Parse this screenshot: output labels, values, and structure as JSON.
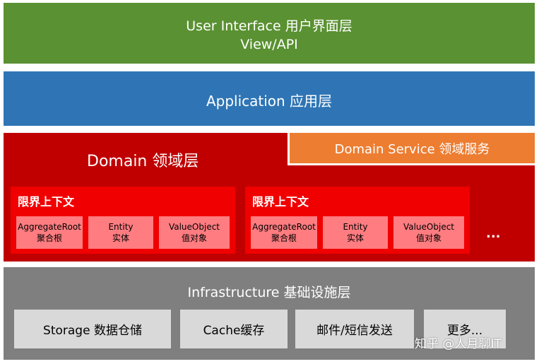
{
  "layers": {
    "ui": {
      "title": "User Interface 用户界面层",
      "subtitle": "View/API",
      "color": "#5a9132"
    },
    "application": {
      "title": "Application  应用层",
      "color": "#2f75b5"
    },
    "domain": {
      "title": "Domain 领域层",
      "color": "#c00000",
      "service": "Domain Service 领域服务",
      "service_color": "#ed7d31",
      "contexts": [
        {
          "title": "限界上下文",
          "cells": [
            {
              "en": "AggregateRoot",
              "zh": "聚合根"
            },
            {
              "en": "Entity",
              "zh": "实体"
            },
            {
              "en": "ValueObject",
              "zh": "值对象"
            }
          ]
        },
        {
          "title": "限界上下文",
          "cells": [
            {
              "en": "AggregateRoot",
              "zh": "聚合根"
            },
            {
              "en": "Entity",
              "zh": "实体"
            },
            {
              "en": "ValueObject",
              "zh": "值对象"
            }
          ]
        }
      ],
      "more": "..."
    },
    "infrastructure": {
      "title": "Infrastructure  基础设施层",
      "color": "#7f7f7f",
      "items": [
        "Storage 数据仓储",
        "Cache缓存",
        "邮件/短信发送",
        "更多..."
      ]
    }
  },
  "watermark": "知乎 @人月聊IT"
}
